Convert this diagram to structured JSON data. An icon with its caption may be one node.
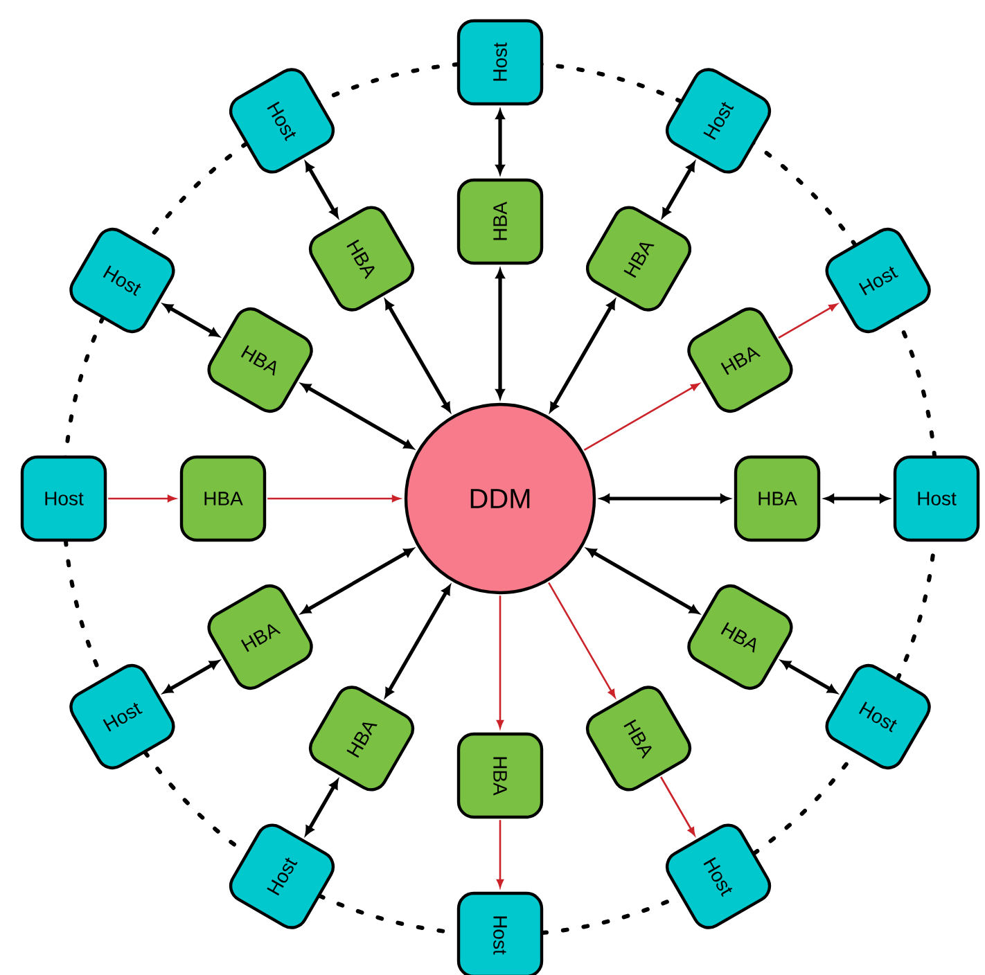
{
  "diagram": {
    "nodes": [
      {
        "text": [
          "DDM"
        ]
      },
      {
        "text": [
          "HBA"
        ]
      },
      {
        "text": [
          "Host"
        ]
      },
      {
        "text": [
          "HBA"
        ]
      },
      {
        "text": [
          "Host"
        ]
      },
      {
        "text": [
          "HBA"
        ]
      },
      {
        "text": [
          "Host"
        ]
      },
      {
        "text": [
          "HBA"
        ]
      },
      {
        "text": [
          "Host"
        ]
      },
      {
        "text": [
          "HBA"
        ]
      },
      {
        "text": [
          "Host"
        ]
      },
      {
        "text": [
          "HBA"
        ]
      },
      {
        "text": [
          "Host"
        ]
      },
      {
        "text": [
          "HBA"
        ]
      },
      {
        "text": [
          "Host"
        ]
      },
      {
        "text": [
          "HBA"
        ]
      },
      {
        "text": [
          "Host"
        ]
      },
      {
        "text": [
          "HBA"
        ]
      },
      {
        "text": [
          "Host"
        ]
      },
      {
        "text": [
          "HBA"
        ]
      },
      {
        "text": [
          "Host"
        ]
      },
      {
        "text": [
          "HBA"
        ]
      },
      {
        "text": [
          "Host"
        ]
      },
      {
        "text": [
          "HBA"
        ]
      },
      {
        "text": [
          "Host"
        ]
      }
    ],
    "edges": [
      {
        "from": 0,
        "to": 1,
        "arrow": "both"
      },
      {
        "from": 1,
        "to": 2,
        "arrow": "both"
      },
      {
        "from": 0,
        "to": 3,
        "arrow": "both"
      },
      {
        "from": 3,
        "to": 4,
        "arrow": "both"
      },
      {
        "from": 0,
        "to": 5,
        "arrow": "to",
        "color": "#cc2229"
      },
      {
        "from": 5,
        "to": 6,
        "arrow": "to",
        "color": "#cc2229"
      },
      {
        "from": 0,
        "to": 7,
        "arrow": "both"
      },
      {
        "from": 7,
        "to": 8,
        "arrow": "both"
      },
      {
        "from": 0,
        "to": 9,
        "arrow": "both"
      },
      {
        "from": 9,
        "to": 10,
        "arrow": "both"
      },
      {
        "from": 0,
        "to": 11,
        "arrow": "to",
        "color": "#cc2229"
      },
      {
        "from": 11,
        "to": 12,
        "arrow": "to",
        "color": "#cc2229"
      },
      {
        "from": 0,
        "to": 13,
        "arrow": "to",
        "color": "#cc2229"
      },
      {
        "from": 13,
        "to": 14,
        "arrow": "to",
        "color": "#cc2229"
      },
      {
        "from": 0,
        "to": 15,
        "arrow": "both"
      },
      {
        "from": 15,
        "to": 16,
        "arrow": "both"
      },
      {
        "from": 0,
        "to": 17,
        "arrow": "both"
      },
      {
        "from": 17,
        "to": 18,
        "arrow": "both"
      },
      {
        "from": 20,
        "to": 19,
        "arrow": "to",
        "color": "#cc2229"
      },
      {
        "from": 19,
        "to": 0,
        "arrow": "to",
        "color": "#cc2229"
      },
      {
        "from": 0,
        "to": 21,
        "arrow": "both"
      },
      {
        "from": 21,
        "to": 22,
        "arrow": "both"
      },
      {
        "from": 0,
        "to": 23,
        "arrow": "both"
      },
      {
        "from": 23,
        "to": 24,
        "arrow": "both"
      }
    ]
  }
}
